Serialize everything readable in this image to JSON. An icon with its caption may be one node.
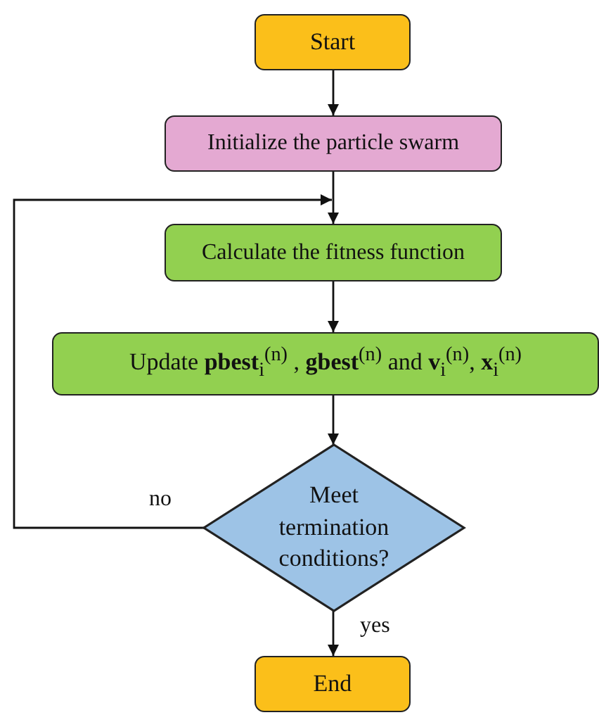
{
  "diagram": {
    "nodes": [
      {
        "text": [
          "Start"
        ]
      },
      {
        "text": [
          "Initialize the particle swarm"
        ]
      },
      {
        "text": [
          "Calculate the fitness function"
        ]
      },
      {
        "text": [
          "Update **pbest**$_{i}$$^{(n)}$ , **gbest**$^{(n)}$ and  **v**$_{i}$$^{(n)}$, **x**$_{i}$$^{(n)}$"
        ]
      },
      {
        "text": [
          "Meet termination conditions?"
        ]
      },
      {
        "text": [
          "End"
        ]
      }
    ],
    "edges": [
      {
        "from": 0,
        "to": 1,
        "arrow": "to"
      },
      {
        "from": 1,
        "to": 2,
        "arrow": "to"
      },
      {
        "from": 2,
        "to": 3,
        "arrow": "to"
      },
      {
        "from": 3,
        "to": 4,
        "arrow": "to"
      },
      {
        "from": 4,
        "to": 2,
        "arrow": "to",
        "label": "no"
      },
      {
        "from": 4,
        "to": 5,
        "arrow": "to",
        "label": "yes"
      }
    ]
  }
}
